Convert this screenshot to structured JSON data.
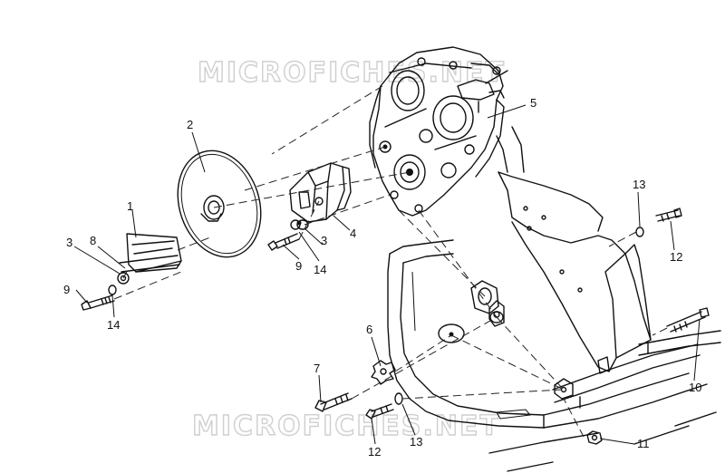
{
  "watermarks": [
    "MICROFICHES.NET",
    "MICROFICHES.NET"
  ],
  "callouts": [
    {
      "id": "c1",
      "label": "1"
    },
    {
      "id": "c2",
      "label": "2"
    },
    {
      "id": "c3a",
      "label": "3"
    },
    {
      "id": "c3b",
      "label": "3"
    },
    {
      "id": "c4",
      "label": "4"
    },
    {
      "id": "c5",
      "label": "5"
    },
    {
      "id": "c6",
      "label": "6"
    },
    {
      "id": "c7",
      "label": "7"
    },
    {
      "id": "c8",
      "label": "8"
    },
    {
      "id": "c9a",
      "label": "9"
    },
    {
      "id": "c9b",
      "label": "9"
    },
    {
      "id": "c10",
      "label": "10"
    },
    {
      "id": "c11",
      "label": "11"
    },
    {
      "id": "c12a",
      "label": "12"
    },
    {
      "id": "c12b",
      "label": "12"
    },
    {
      "id": "c13a",
      "label": "13"
    },
    {
      "id": "c13b",
      "label": "13"
    },
    {
      "id": "c14a",
      "label": "14"
    },
    {
      "id": "c14b",
      "label": "14"
    }
  ]
}
